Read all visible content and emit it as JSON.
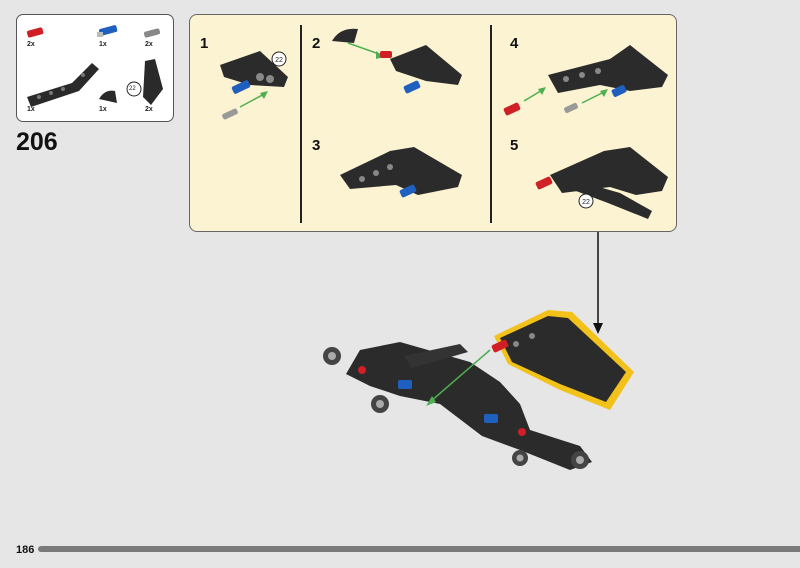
{
  "step": {
    "number": "206"
  },
  "parts_list": {
    "items": [
      {
        "qty": "2x",
        "icon": "red-axle-pin"
      },
      {
        "qty": "1x",
        "icon": "blue-axle-pin"
      },
      {
        "qty": "2x",
        "icon": "gray-pin"
      },
      {
        "qty": "1x",
        "icon": "black-bent-liftarm"
      },
      {
        "qty": "1x",
        "icon": "black-curved-panel"
      },
      {
        "qty": "2x",
        "icon": "black-panel",
        "callout": "22"
      }
    ]
  },
  "substeps": [
    {
      "number": "1",
      "callout": "22"
    },
    {
      "number": "2"
    },
    {
      "number": "3"
    },
    {
      "number": "4"
    },
    {
      "number": "5",
      "callout": "22"
    }
  ],
  "page": {
    "number": "186"
  },
  "colors": {
    "panel_bg": "#fbf3d1",
    "highlight": "#f2c21b",
    "arrow": "#4caf50",
    "red_part": "#d11f26",
    "blue_part": "#1f5fbf"
  }
}
